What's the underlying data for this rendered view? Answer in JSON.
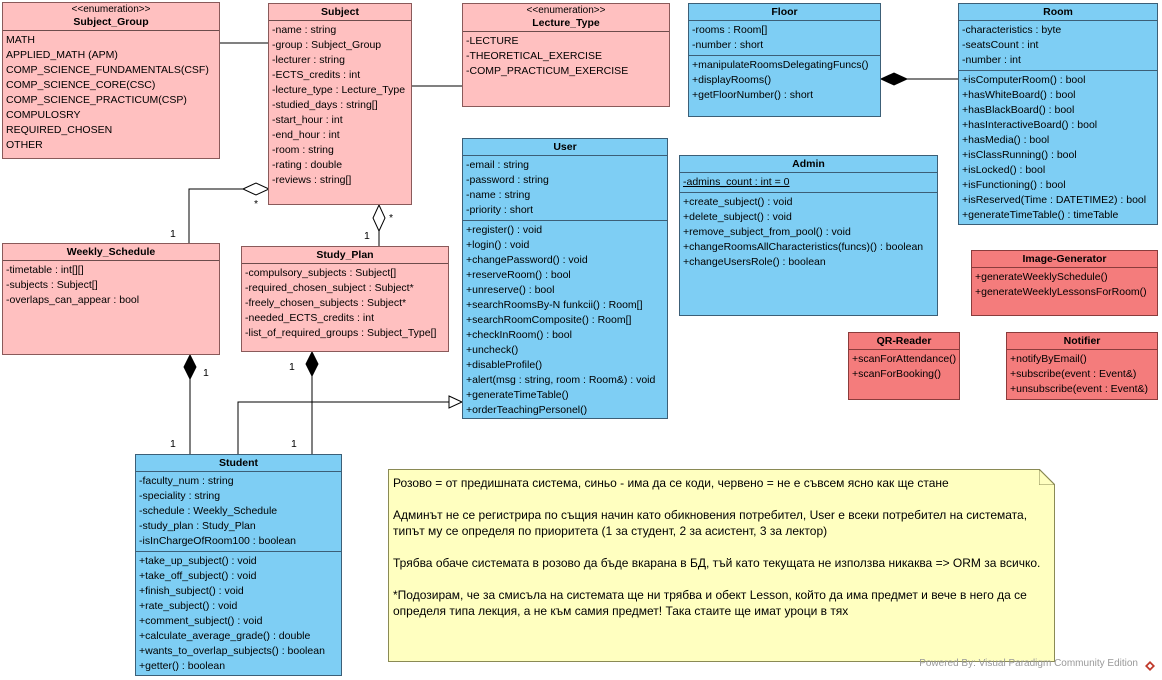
{
  "classes": {
    "subject_group": {
      "stereotype": "<<enumeration>>",
      "name": "Subject_Group",
      "literals": [
        "MATH",
        "APPLIED_MATH (APM)",
        "COMP_SCIENCE_FUNDAMENTALS(CSF)",
        "COMP_SCIENCE_CORE(CSC)",
        "COMP_SCIENCE_PRACTICUM(CSP)",
        "COMPULOSRY",
        "REQUIRED_CHOSEN",
        "OTHER"
      ]
    },
    "subject": {
      "name": "Subject",
      "attributes": [
        "-name : string",
        "-group : Subject_Group",
        "-lecturer : string",
        "-ECTS_credits : int",
        "-lecture_type : Lecture_Type",
        "-studied_days : string[]",
        "-start_hour : int",
        "-end_hour : int",
        "-room : string",
        "-rating : double",
        "-reviews : string[]"
      ]
    },
    "lecture_type": {
      "stereotype": "<<enumeration>>",
      "name": "Lecture_Type",
      "literals": [
        "-LECTURE",
        "-THEORETICAL_EXERCISE",
        "-COMP_PRACTICUM_EXERCISE"
      ]
    },
    "floor": {
      "name": "Floor",
      "attributes": [
        "-rooms : Room[]",
        "-number : short"
      ],
      "operations": [
        "+manipulateRoomsDelegatingFuncs()",
        "+displayRooms()",
        "+getFloorNumber() : short"
      ]
    },
    "room": {
      "name": "Room",
      "attributes": [
        "-characteristics : byte",
        "-seatsCount : int",
        "-number : int"
      ],
      "operations": [
        "+isComputerRoom() : bool",
        "+hasWhiteBoard() : bool",
        "+hasBlackBoard() : bool",
        "+hasInteractiveBoard() : bool",
        "+hasMedia() : bool",
        "+isClassRunning() : bool",
        "+isLocked() : bool",
        "+isFunctioning() : bool",
        "+isReserved(Time : DATETIME2) : bool",
        "+generateTimeTable() : timeTable"
      ]
    },
    "user": {
      "name": "User",
      "attributes": [
        "-email : string",
        "-password : string",
        "-name : string",
        "-priority : short"
      ],
      "operations": [
        "+register() : void",
        "+login() : void",
        "+changePassword() : void",
        "+reserveRoom() : bool",
        "+unreserve() : bool",
        "+searchRoomsBy-N funkcii() : Room[]",
        "+searchRoomComposite() : Room[]",
        "+checkInRoom() : bool",
        "+uncheck()",
        "+disableProfile()",
        "+alert(msg : string, room : Room&) : void",
        "+generateTimeTable()",
        "+orderTeachingPersonel()"
      ]
    },
    "admin": {
      "name": "Admin",
      "attributes": [
        "-admins_count : int = 0"
      ],
      "operations": [
        "+create_subject() : void",
        "+delete_subject() : void",
        "+remove_subject_from_pool() : void",
        "+changeRoomsAllCharacteristics(funcs)() : boolean",
        "+changeUsersRole() : boolean"
      ]
    },
    "weekly_schedule": {
      "name": "Weekly_Schedule",
      "attributes": [
        "-timetable : int[][]",
        "-subjects : Subject[]",
        "-overlaps_can_appear : bool"
      ]
    },
    "study_plan": {
      "name": "Study_Plan",
      "attributes": [
        "-compulsory_subjects : Subject[]",
        "-required_chosen_subject : Subject*",
        "-freely_chosen_subjects : Subject*",
        "-needed_ECTS_credits : int",
        "-list_of_required_groups : Subject_Type[]"
      ]
    },
    "image_generator": {
      "name": "Image-Generator",
      "operations": [
        "+generateWeeklySchedule()",
        "+generateWeeklyLessonsForRoom()"
      ]
    },
    "qr_reader": {
      "name": "QR-Reader",
      "operations": [
        "+scanForAttendance()",
        "+scanForBooking()"
      ]
    },
    "notifier": {
      "name": "Notifier",
      "operations": [
        "+notifyByEmail()",
        "+subscribe(event : Event&)",
        "+unsubscribe(event : Event&)"
      ]
    },
    "student": {
      "name": "Student",
      "attributes": [
        "-faculty_num : string",
        "-speciality : string",
        "-schedule : Weekly_Schedule",
        "-study_plan : Study_Plan",
        "-isInChargeOfRoom100 : boolean"
      ],
      "operations": [
        "+take_up_subject() : void",
        "+take_off_subject() : void",
        "+finish_subject() : void",
        "+rate_subject() : void",
        "+comment_subject() : void",
        "+calculate_average_grade() : double",
        "+wants_to_overlap_subjects() : boolean",
        "+getter() : boolean"
      ]
    }
  },
  "multiplicities": {
    "ws_subject_star": "*",
    "ws_subject_one": "1",
    "sp_subject_star": "*",
    "sp_subject_one": "1",
    "ws_student_top": "1",
    "ws_student_bottom": "1",
    "sp_student_top": "1",
    "sp_student_bottom": "1"
  },
  "note": {
    "paragraphs": [
      "Розово = от предишната система, синьо - има да се коди, червено = не е съвсем ясно как ще стане",
      "Админът не се регистрира по същия начин като обикновения потребител, User е всеки потребител на системата, типът му се определя по приоритета (1 за студент, 2 за асистент, 3 за лектор)",
      "Трябва обаче системата в розово да бъде вкарана в БД, тъй като текущата не използва никаква => ORM за всичко.",
      "*Подозирам, че за смисъла на системата ще ни трябва и обект Lesson, който да има предмет и вече в него да се определя типа лекция, а не към самия предмет! Така стаите ще имат уроци в тях"
    ]
  },
  "footer": "Powered By: Visual Paradigm Community Edition",
  "colors": {
    "existing": "#ffc0c0",
    "to_code": "#7ecef4",
    "unclear": "#f47c7c",
    "note": "#ffffc0"
  }
}
